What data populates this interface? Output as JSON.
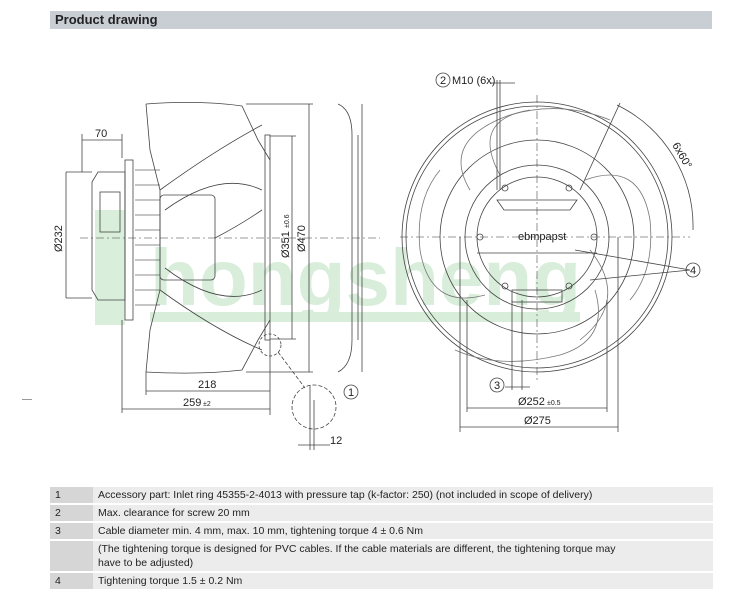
{
  "header": {
    "title": "Product drawing"
  },
  "drawing": {
    "side_view": {
      "dim_70": "70",
      "dim_232": "Ø232",
      "dim_351": "Ø351",
      "dim_351_tol": "±0.6",
      "dim_470": "Ø470",
      "dim_218": "218",
      "dim_259": "259",
      "dim_259_tol": "±2",
      "dim_12": "12",
      "callout_1": "1"
    },
    "front_view": {
      "callout_2": "2",
      "m10": "M10 (6x)",
      "angle": "6x60°",
      "callout_4": "4",
      "callout_3": "3",
      "dim_252": "Ø252",
      "dim_252_tol": "±0.5",
      "dim_275": "Ø275",
      "logo": "ebmpapst"
    },
    "watermark": "hongsheng"
  },
  "notes": [
    {
      "num": "1",
      "text": "Accessory part: Inlet ring 45355-2-4013 with pressure tap (k-factor: 250) (not included in scope of delivery)"
    },
    {
      "num": "2",
      "text": "Max. clearance for screw 20 mm"
    },
    {
      "num": "3",
      "text": "Cable diameter min. 4 mm, max. 10 mm, tightening torque 4 ± 0.6 Nm"
    },
    {
      "num": "",
      "text": "(The tightening torque is designed for PVC cables. If the cable materials are different, the tightening torque may have to be adjusted)"
    },
    {
      "num": "4",
      "text": "Tightening torque 1.5 ± 0.2 Nm"
    }
  ]
}
